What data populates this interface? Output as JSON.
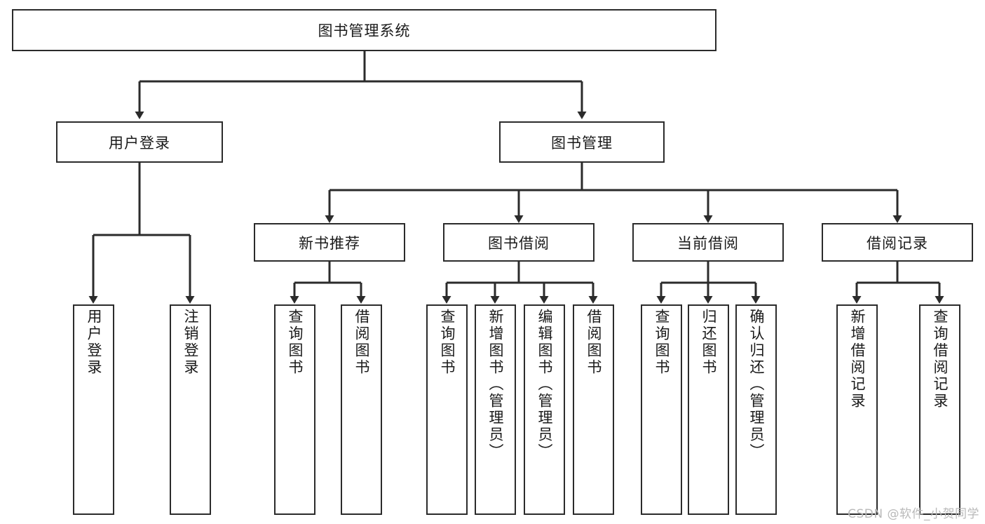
{
  "diagram": {
    "type": "tree",
    "title": "图书管理系统",
    "root": {
      "label": "图书管理系统"
    },
    "level2": [
      {
        "label": "用户登录"
      },
      {
        "label": "图书管理"
      }
    ],
    "level3": [
      {
        "label": "新书推荐"
      },
      {
        "label": "图书借阅"
      },
      {
        "label": "当前借阅"
      },
      {
        "label": "借阅记录"
      }
    ],
    "leaves": {
      "user_login": [
        {
          "label": "用户登录"
        },
        {
          "label": "注销登录"
        }
      ],
      "new_book": [
        {
          "label": "查询图书"
        },
        {
          "label": "借阅图书"
        }
      ],
      "borrow": [
        {
          "label": "查询图书"
        },
        {
          "label": "新增图书（管理员）"
        },
        {
          "label": "编辑图书（管理员）"
        },
        {
          "label": "借阅图书"
        }
      ],
      "current": [
        {
          "label": "查询图书"
        },
        {
          "label": "归还图书"
        },
        {
          "label": "确认归还（管理员）"
        }
      ],
      "records": [
        {
          "label": "新增借阅记录"
        },
        {
          "label": "查询借阅记录"
        }
      ]
    },
    "colors": {
      "stroke": "#2b2b2b",
      "fill": "#ffffff",
      "text": "#1a1a1a",
      "watermark": "#b9b9b9"
    }
  },
  "watermark": {
    "text": "CSDN @软件_小贺同学"
  }
}
